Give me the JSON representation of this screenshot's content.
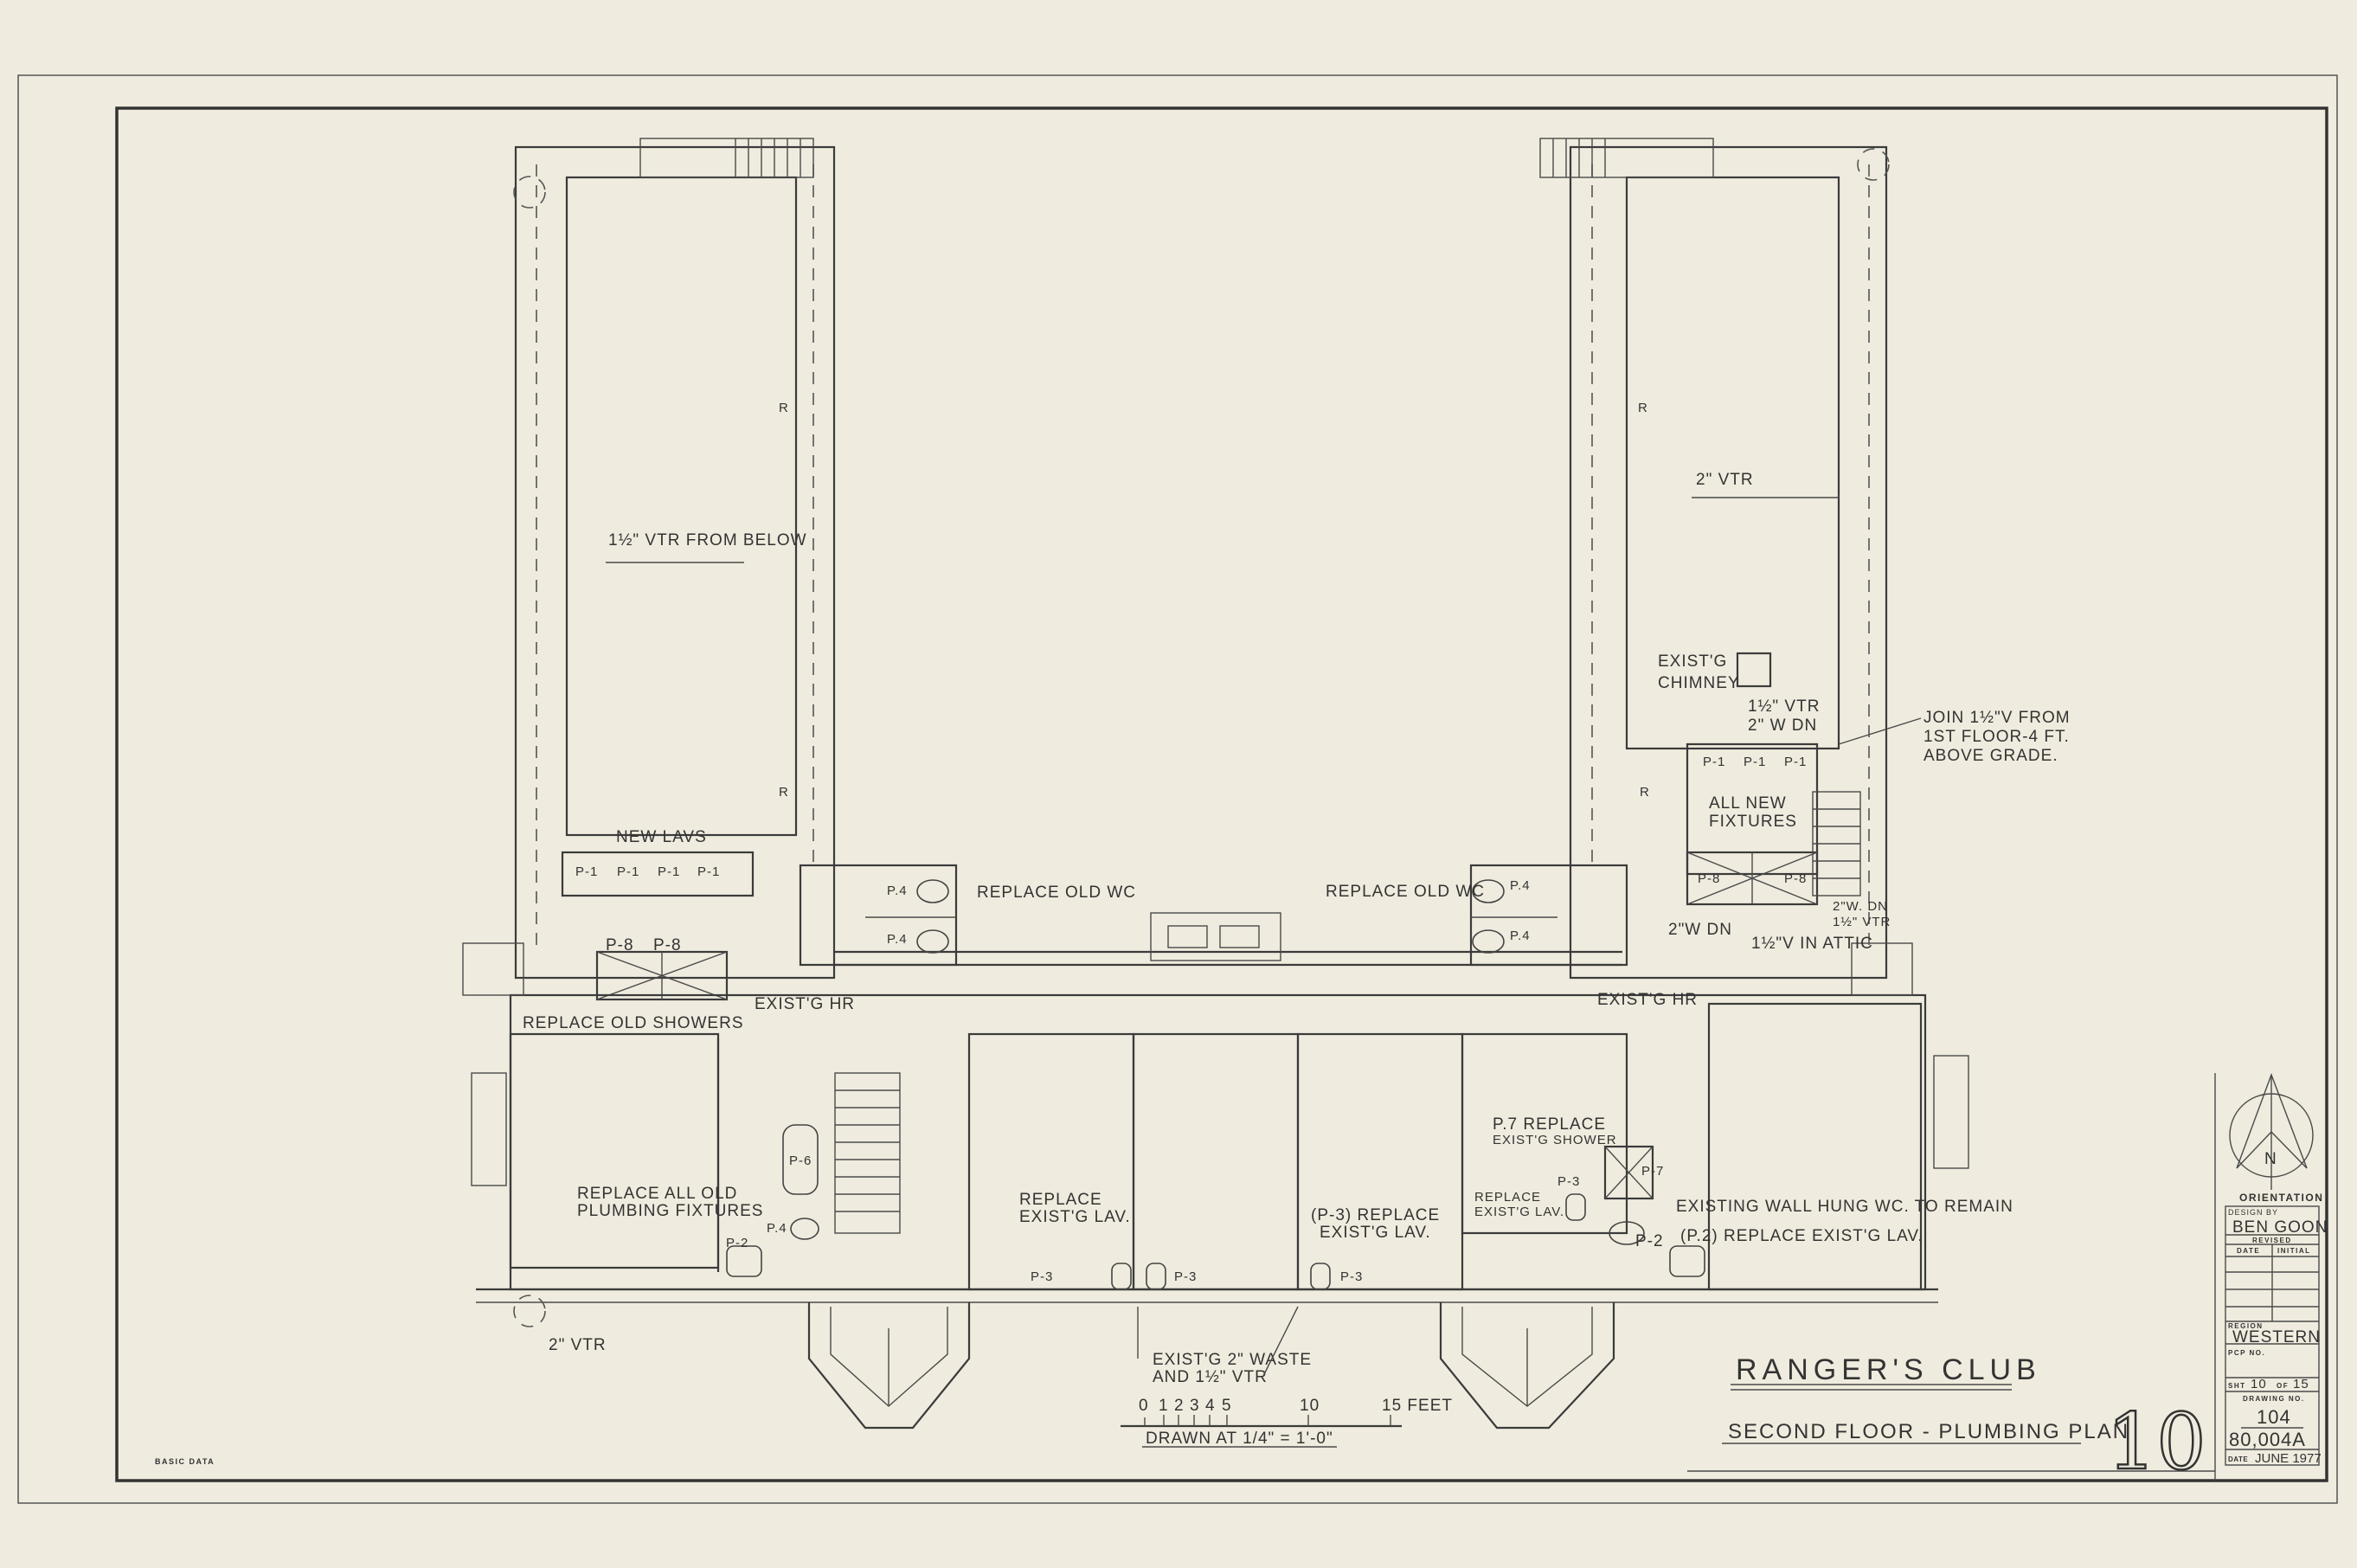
{
  "sheet": {
    "title": "RANGER'S CLUB",
    "subtitle": "SECOND FLOOR - PLUMBING PLAN",
    "sheet_number_large": "10",
    "basic_data": "BASIC DATA"
  },
  "title_block": {
    "orientation_label": "ORIENTATION",
    "north_label": "N",
    "design_by_label": "DESIGN BY",
    "design_by": "BEN GOON",
    "revised_label": "REVISED",
    "date_label": "DATE",
    "initial_label": "INITIAL",
    "region_label": "REGION",
    "region": "WESTERN",
    "pcp_label": "PCP NO.",
    "sht_label": "SHT",
    "sht": "10",
    "of_label": "OF",
    "of": "15",
    "drawing_no_label": "DRAWING NO.",
    "drawing_no": "104",
    "drawing_no_2": "80,004A",
    "date_label_2": "DATE",
    "date": "JUNE 1977"
  },
  "scale": {
    "ticks": [
      "0",
      "1",
      "2",
      "3",
      "4",
      "5",
      "10",
      "15 FEET"
    ],
    "caption": "DRAWN AT 1/4\" = 1'-0\""
  },
  "notes": {
    "vtr_from_below": "1½\" VTR FROM BELOW",
    "vtr_2_right": "2\" VTR",
    "chimney_1": "EXIST'G",
    "chimney_2": "CHIMNEY",
    "vtr_w_dn_1": "1½\" VTR",
    "vtr_w_dn_2": "2\" W DN",
    "join_1": "JOIN 1½\"V FROM",
    "join_2": "1ST FLOOR-4 FT.",
    "join_3": "ABOVE GRADE.",
    "all_new_1": "ALL NEW",
    "all_new_2": "FIXTURES",
    "w_dn_vtr_1": "2\"W. DN",
    "w_dn_vtr_2": "1½\" VTR",
    "w_dn": "2\"W DN",
    "v_in_attic": "1½\"V IN ATTIC",
    "replace_old_wc_right": "REPLACE OLD WC",
    "replace_old_wc_left": "REPLACE OLD WC",
    "new_lavs": "NEW LAVS",
    "replace_old_showers": "REPLACE OLD SHOWERS",
    "exist_hr_left": "EXIST'G HR",
    "exist_hr_right": "EXIST'G HR",
    "replace_all_1": "REPLACE ALL OLD",
    "replace_all_2": "PLUMBING FIXTURES",
    "replace_lav_1": "REPLACE",
    "replace_lav_2": "EXIST'G LAV.",
    "p3_replace_1": "(P-3) REPLACE",
    "p3_replace_2": "EXIST'G LAV.",
    "p7_replace_1": "P.7 REPLACE",
    "p7_replace_2": "EXIST'G SHOWER",
    "replace_lav_r1": "REPLACE",
    "replace_lav_r2": "EXIST'G LAV.",
    "wall_hung": "EXISTING WALL HUNG WC. TO REMAIN",
    "p2_replace": "(P.2) REPLACE EXIST'G LAV.",
    "vtr_2_left": "2\" VTR",
    "waste_1": "EXIST'G 2\" WASTE",
    "waste_2": "AND 1½\" VTR"
  },
  "fixtures": {
    "p1": "P-1",
    "p2": "P-2",
    "p3": "P-3",
    "p4": "P.4",
    "p6": "P-6",
    "p7": "P-7",
    "p8": "P-8",
    "r": "R"
  }
}
